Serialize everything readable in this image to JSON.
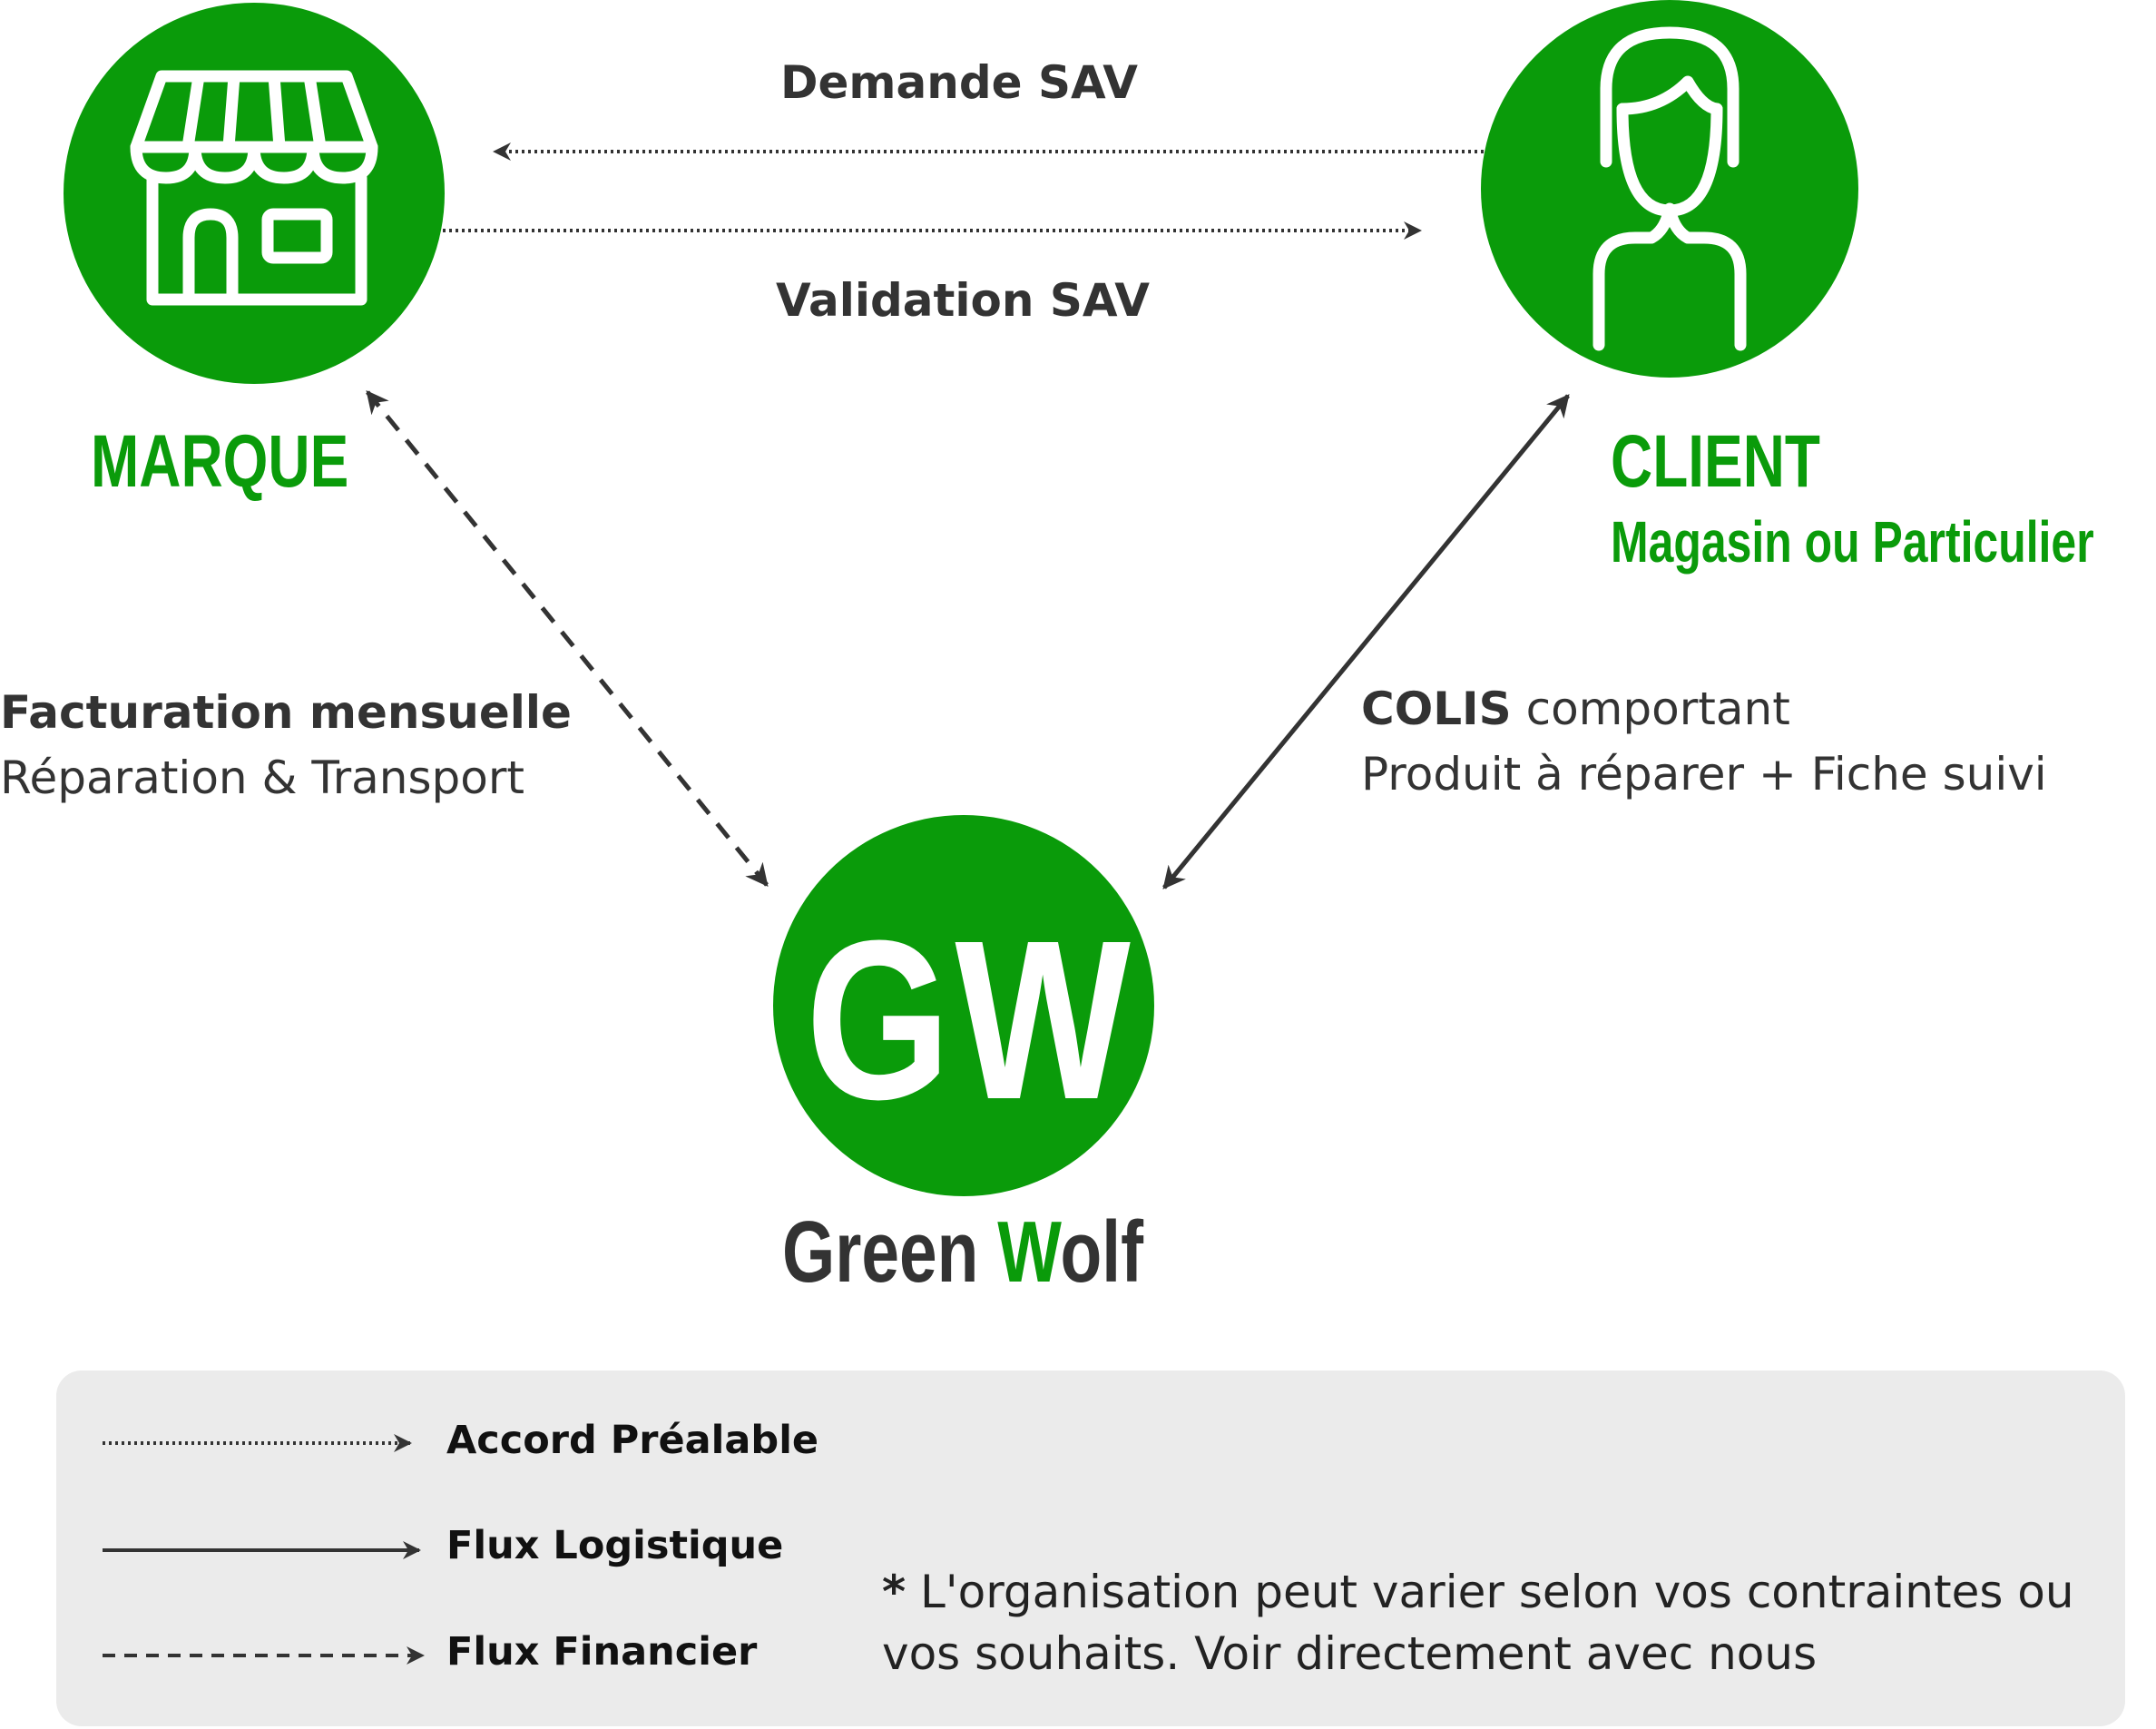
{
  "nodes": {
    "marque": {
      "label": "MARQUE",
      "icon": "storefront-icon"
    },
    "client": {
      "label": "CLIENT",
      "sublabel": "Magasin ou Particulier",
      "icon": "person-icon"
    },
    "greenwolf": {
      "monogram": "GW",
      "name_part1": "Green ",
      "name_part2": "W",
      "name_part3": "olf",
      "icon": "gw-logo-icon"
    }
  },
  "edges": {
    "demande": "Demande SAV",
    "validation": "Validation SAV",
    "facturation_title": "Facturation mensuelle",
    "facturation_sub": "Réparation & Transport",
    "colis_title": "COLIS",
    "colis_rest": " comportant",
    "colis_sub": "Produit à réparer + Fiche suivi"
  },
  "legend": {
    "accord": "Accord Préalable",
    "logistique": "Flux Logistique",
    "financier": "Flux Financier",
    "note_star": "*",
    "note_line1": " L'organisation peut varier selon vos contraintes ou",
    "note_line2": "vos souhaits. Voir directement avec nous"
  },
  "colors": {
    "green": "#0a9b0a",
    "dark": "#333333",
    "legend_bg": "#ebebeb"
  }
}
